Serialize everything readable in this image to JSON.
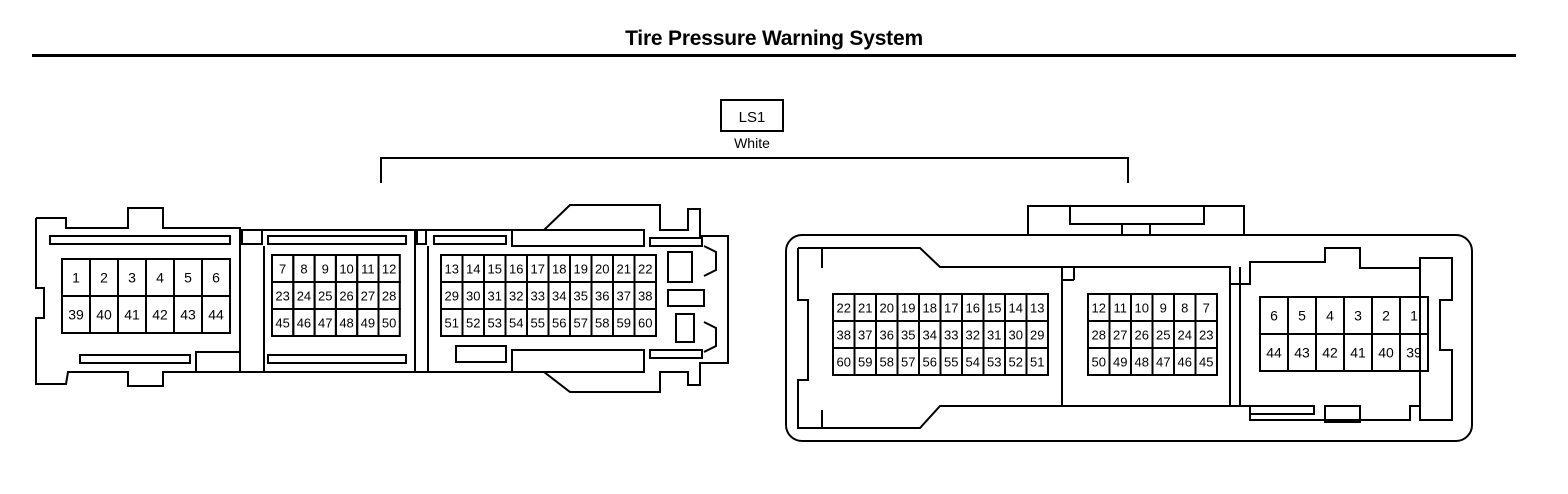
{
  "page": {
    "title": "Tire Pressure Warning System"
  },
  "connector": {
    "code": "LS1",
    "color": "White"
  },
  "left_view": {
    "block_a": {
      "rows": [
        [
          "1",
          "2",
          "3",
          "4",
          "5",
          "6"
        ],
        [
          "39",
          "40",
          "41",
          "42",
          "43",
          "44"
        ]
      ]
    },
    "block_b": {
      "rows": [
        [
          "7",
          "8",
          "9",
          "10",
          "11",
          "12"
        ],
        [
          "23",
          "24",
          "25",
          "26",
          "27",
          "28"
        ],
        [
          "45",
          "46",
          "47",
          "48",
          "49",
          "50"
        ]
      ]
    },
    "block_c": {
      "rows": [
        [
          "13",
          "14",
          "15",
          "16",
          "17",
          "18",
          "19",
          "20",
          "21",
          "22"
        ],
        [
          "29",
          "30",
          "31",
          "32",
          "33",
          "34",
          "35",
          "36",
          "37",
          "38"
        ],
        [
          "51",
          "52",
          "53",
          "54",
          "55",
          "56",
          "57",
          "58",
          "59",
          "60"
        ]
      ]
    }
  },
  "right_view": {
    "block_a": {
      "rows": [
        [
          "22",
          "21",
          "20",
          "19",
          "18",
          "17",
          "16",
          "15",
          "14",
          "13"
        ],
        [
          "38",
          "37",
          "36",
          "35",
          "34",
          "33",
          "32",
          "31",
          "30",
          "29"
        ],
        [
          "60",
          "59",
          "58",
          "57",
          "56",
          "55",
          "54",
          "53",
          "52",
          "51"
        ]
      ]
    },
    "block_b": {
      "rows": [
        [
          "12",
          "11",
          "10",
          "9",
          "8",
          "7"
        ],
        [
          "28",
          "27",
          "26",
          "25",
          "24",
          "23"
        ],
        [
          "50",
          "49",
          "48",
          "47",
          "46",
          "45"
        ]
      ]
    },
    "block_c": {
      "rows": [
        [
          "6",
          "5",
          "4",
          "3",
          "2",
          "1"
        ],
        [
          "44",
          "43",
          "42",
          "41",
          "40",
          "39"
        ]
      ]
    }
  }
}
